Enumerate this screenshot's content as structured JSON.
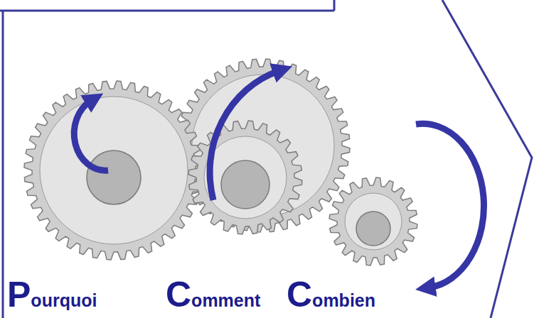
{
  "diagram": {
    "labels": [
      "Pourquoi",
      "Comment",
      "Combien"
    ]
  }
}
